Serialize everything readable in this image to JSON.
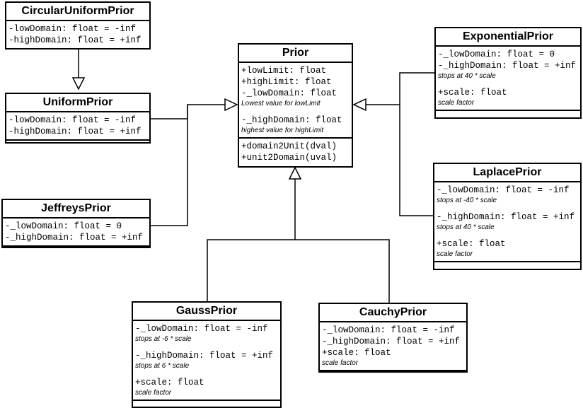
{
  "classes": {
    "circular_uniform_prior": {
      "name": "CircularUniformPrior",
      "attributes": [
        "-lowDomain: float = -inf",
        "-highDomain: float = +inf"
      ]
    },
    "uniform_prior": {
      "name": "UniformPrior",
      "attributes": [
        "-lowDomain: float = -inf",
        "-highDomain: float = +inf"
      ]
    },
    "jeffreys_prior": {
      "name": "JeffreysPrior",
      "attributes": [
        "-_lowDomain: float = 0",
        "-_highDomain: float = +inf"
      ]
    },
    "prior": {
      "name": "Prior",
      "attributes": [
        "+lowLimit: float",
        "+highLimit: float",
        "-_lowDomain: float",
        "-_highDomain: float"
      ],
      "notes": [
        "Lowest value for lowLimit",
        "highest value for highLimit"
      ],
      "operations": [
        "+domain2Unit(dval)",
        "+unit2Domain(uval)"
      ]
    },
    "exponential_prior": {
      "name": "ExponentialPrior",
      "attributes": [
        "-_lowDomain: float = 0",
        "-_highDomain: float = +inf",
        "+scale: float"
      ],
      "notes": [
        "stops at 40 * scale",
        "scale factor"
      ]
    },
    "laplace_prior": {
      "name": "LaplacePrior",
      "attributes": [
        "-_lowDomain: float = -inf",
        "-_highDomain: float = +inf",
        "+scale: float"
      ],
      "notes": [
        "stops at -40 * scale",
        "stops at 40 * scale",
        "scale factor"
      ]
    },
    "gauss_prior": {
      "name": "GaussPrior",
      "attributes": [
        "-_lowDomain: float = -inf",
        "-_highDomain: float = +inf",
        "+scale: float"
      ],
      "notes": [
        "stops at -6 * scale",
        "stops at 6 * scale",
        "scale factor"
      ]
    },
    "cauchy_prior": {
      "name": "CauchyPrior",
      "attributes": [
        "-_lowDomain: float = -inf",
        "-_highDomain: float = +inf",
        "+scale: float"
      ],
      "notes": [
        "scale factor"
      ]
    }
  }
}
